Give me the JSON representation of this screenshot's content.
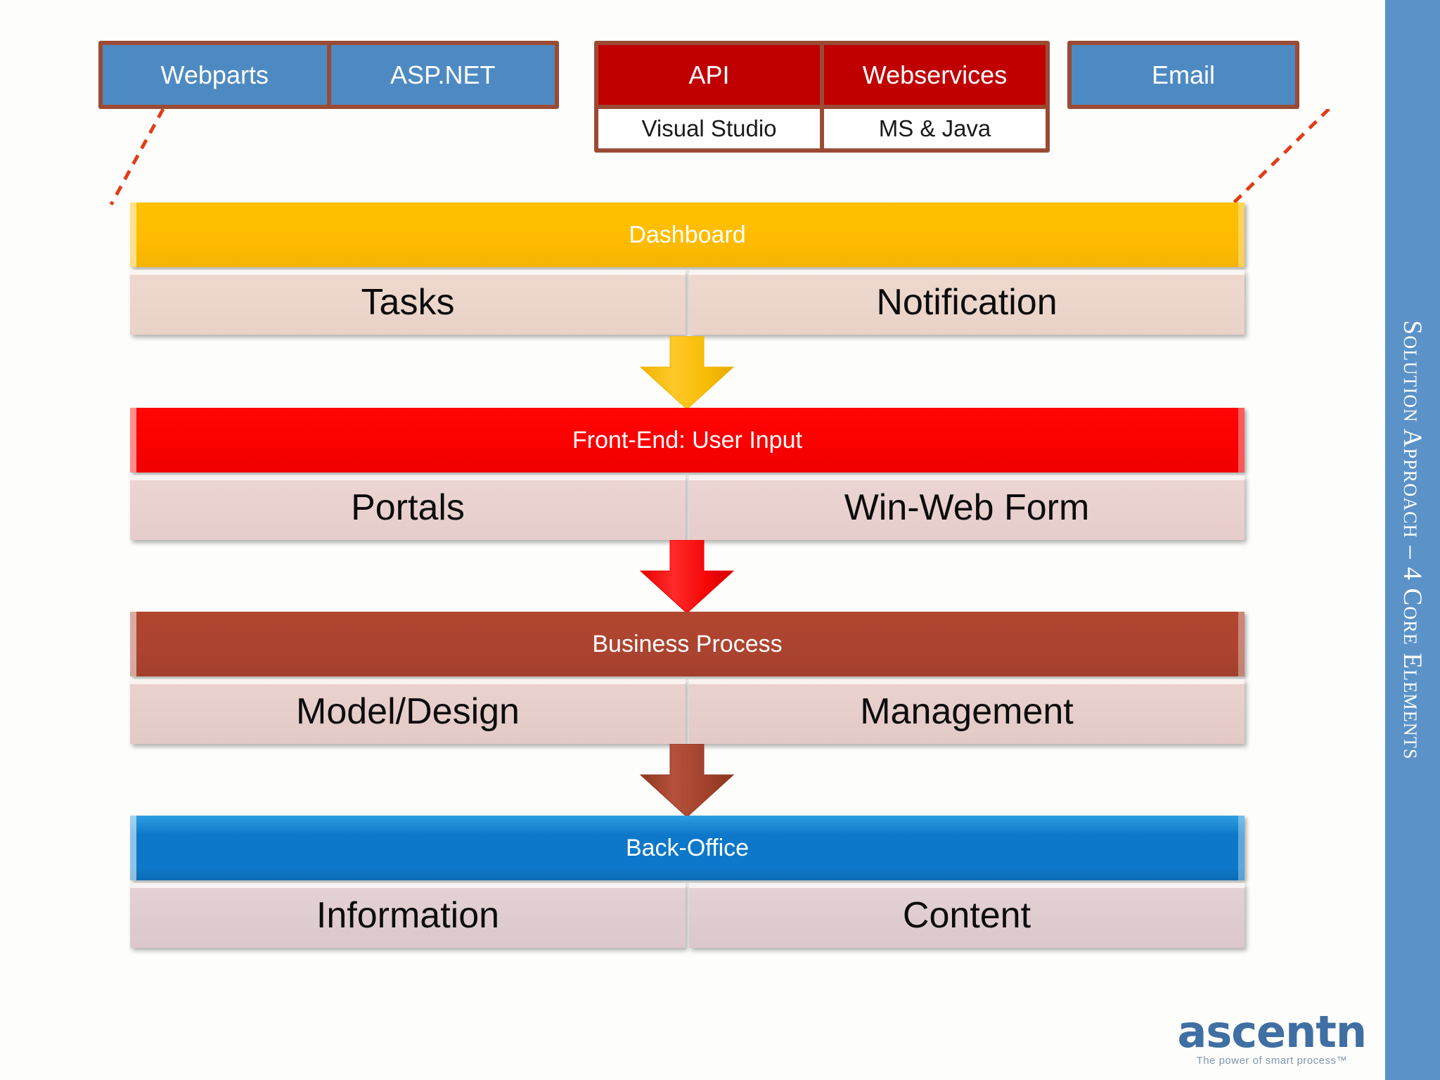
{
  "sidebar": {
    "title": "Solution Approach – 4 Core Elements",
    "color": "#5b92c8"
  },
  "sources": {
    "left_group": {
      "boxes": [
        {
          "label": "Webparts",
          "style": "blue"
        },
        {
          "label": "ASP.NET",
          "style": "blue"
        }
      ]
    },
    "mid_group": {
      "top_boxes": [
        {
          "label": "API",
          "style": "red"
        },
        {
          "label": "Webservices",
          "style": "red"
        }
      ],
      "bottom_boxes": [
        {
          "label": "Visual Studio",
          "style": "white"
        },
        {
          "label": "MS & Java",
          "style": "white"
        }
      ]
    },
    "right_group": {
      "boxes": [
        {
          "label": "Email",
          "style": "blue"
        }
      ]
    },
    "frame_color": "#9b4b35",
    "connector_color": "#e03d18"
  },
  "layers": [
    {
      "header": "Dashboard",
      "header_color": "#ffc000",
      "cells": [
        "Tasks",
        "Notification"
      ]
    },
    {
      "header": "Front-End: User Input",
      "header_color": "#ff0000",
      "cells": [
        "Portals",
        "Win-Web Form"
      ]
    },
    {
      "header": "Business Process",
      "header_color": "#b2462f",
      "cells": [
        "Model/Design",
        "Management"
      ]
    },
    {
      "header": "Back-Office",
      "header_color": "#0d78c9",
      "cells": [
        "Information",
        "Content"
      ]
    }
  ],
  "arrows": [
    {
      "name": "arrow-dashboard-to-frontend",
      "color": "#ffc000"
    },
    {
      "name": "arrow-frontend-to-process",
      "color": "#ff1414"
    },
    {
      "name": "arrow-process-to-backoffice",
      "color": "#a8422d"
    }
  ],
  "logo": {
    "word": "ascentn",
    "tagline": "The power of smart process™"
  }
}
